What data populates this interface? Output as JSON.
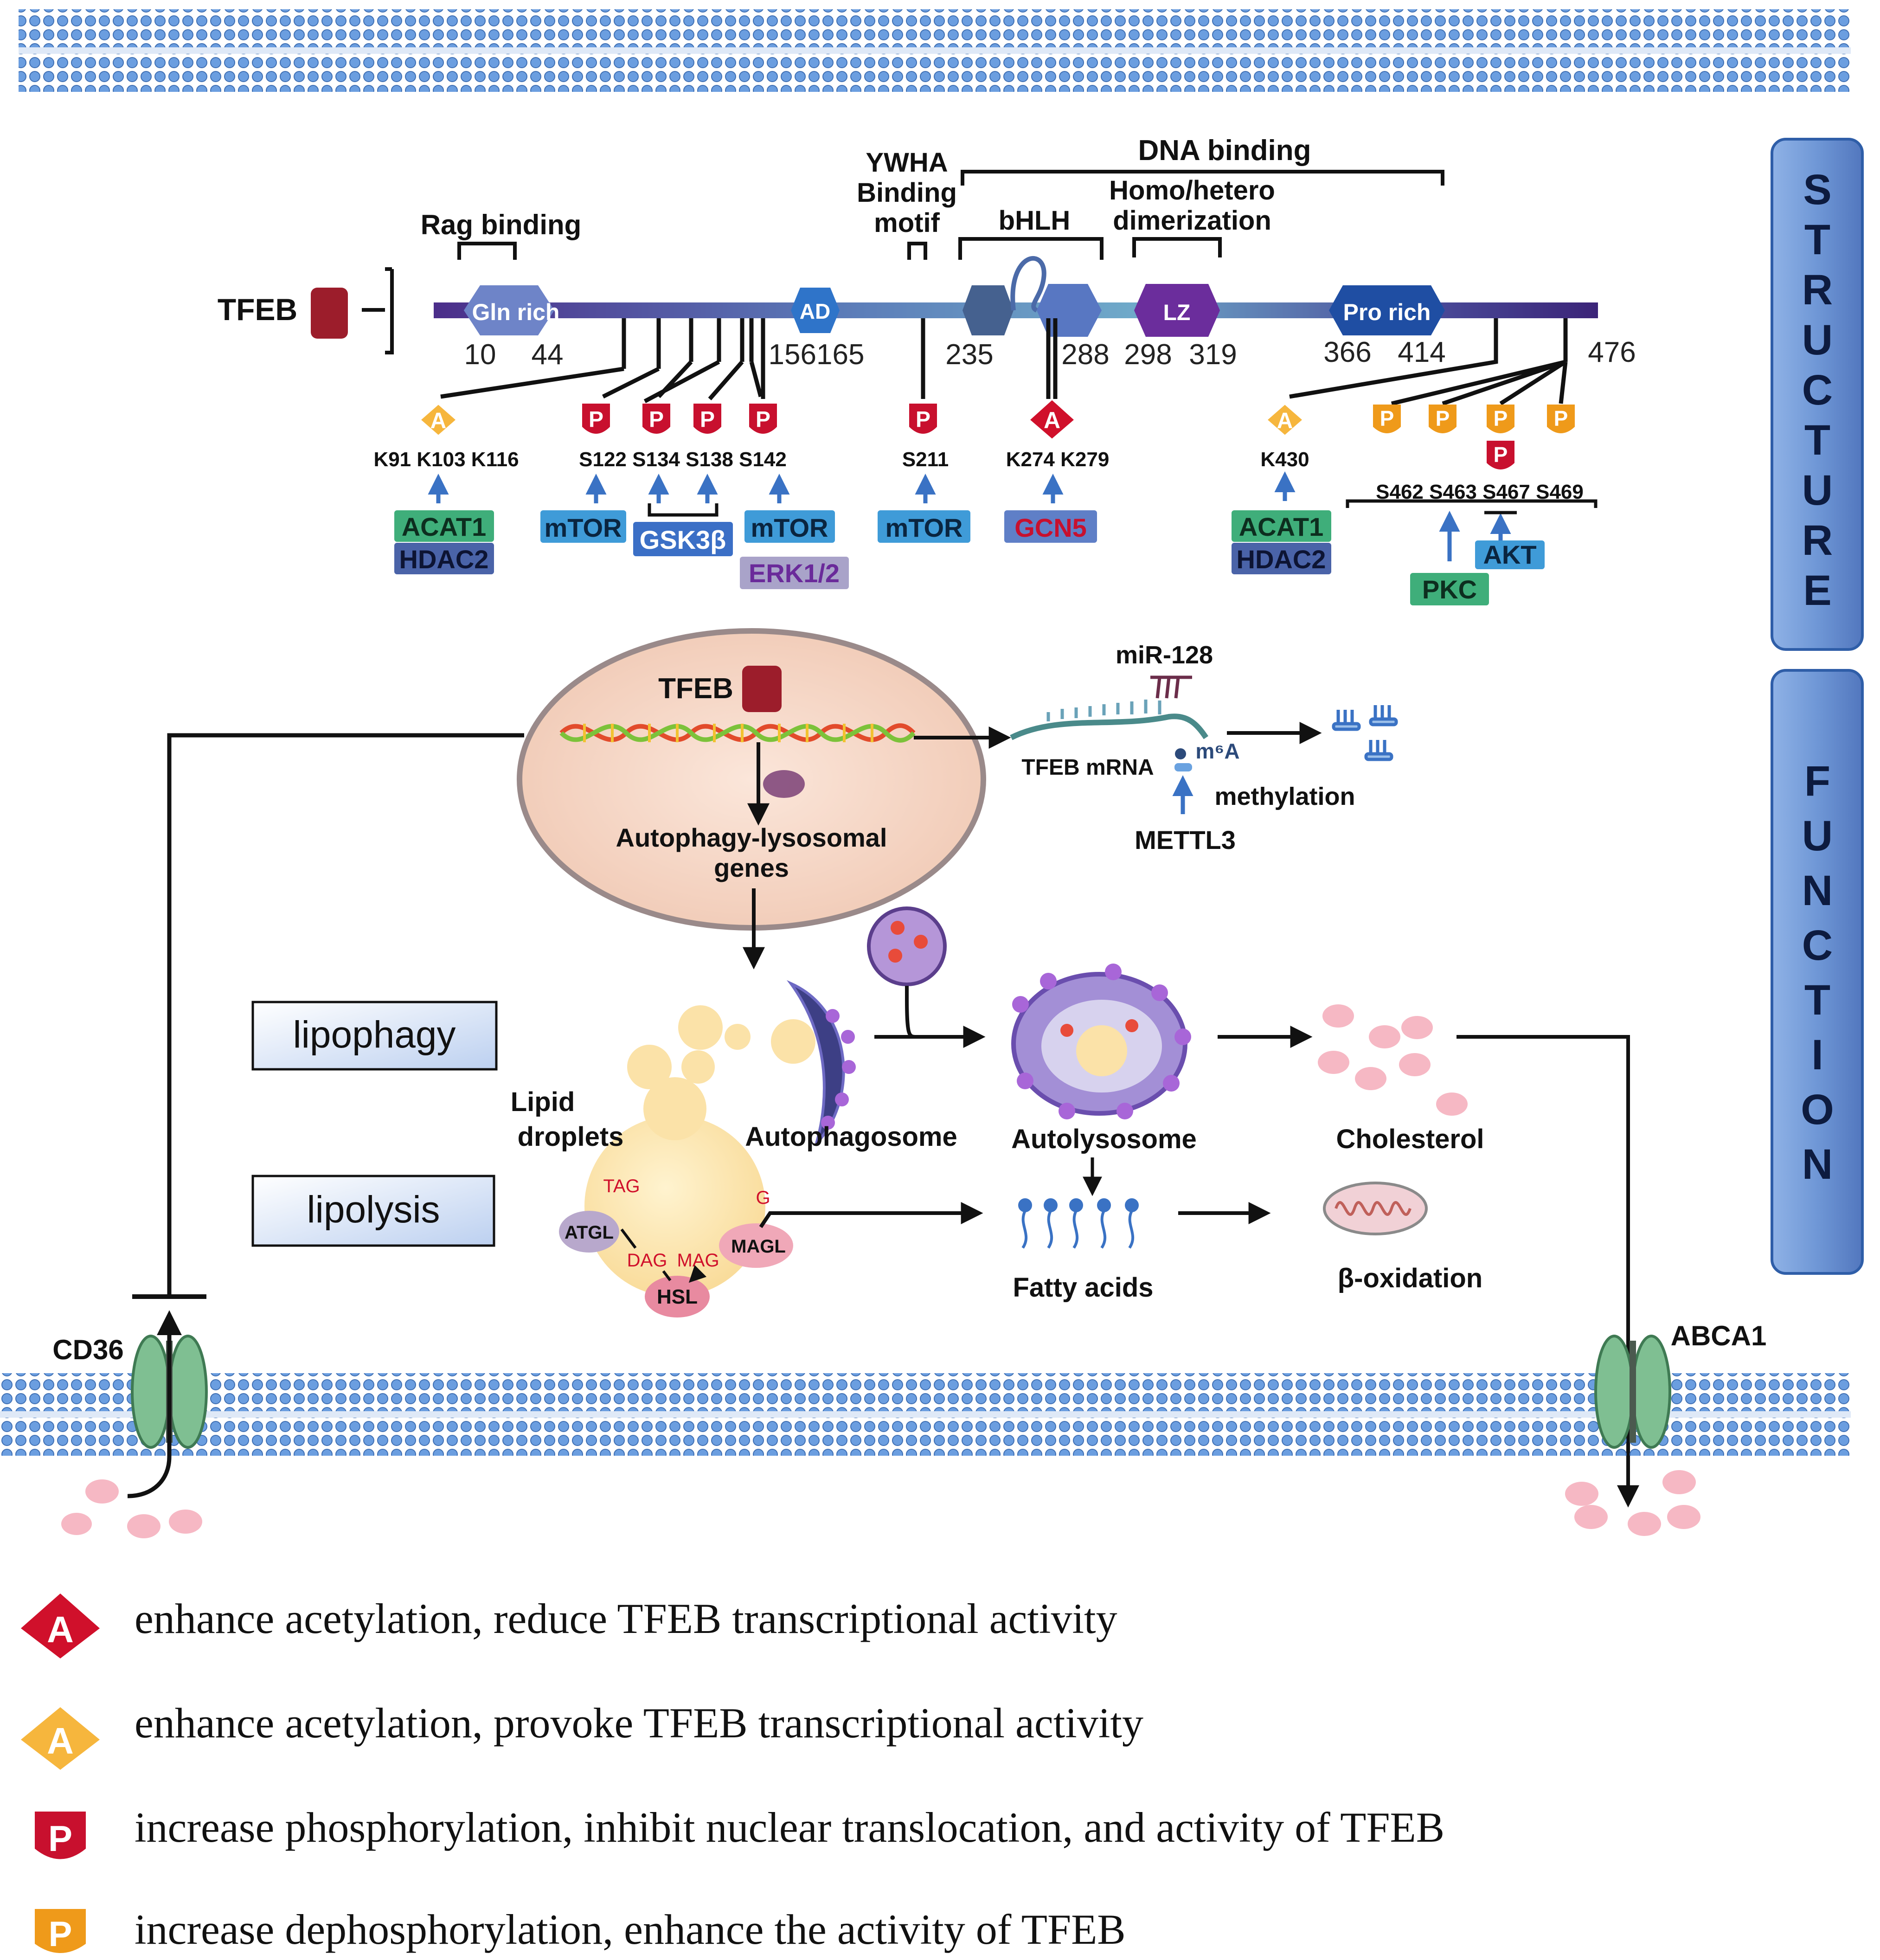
{
  "protein": {
    "name": "TFEB",
    "domains": {
      "gln": "Gln rich",
      "ad": "AD",
      "lz": "LZ",
      "pro": "Pro rich"
    },
    "labels": {
      "rag": "Rag binding",
      "ywha1": "YWHA",
      "ywha2": "Binding",
      "ywha3": "motif",
      "dna": "DNA binding",
      "dimer1": "Homo/hetero",
      "dimer2": "dimerization",
      "bhlh": "bHLH"
    },
    "positions": {
      "p10": "10",
      "p44": "44",
      "p156": "156165",
      "p235": "235",
      "p288": "288",
      "p298": "298",
      "p319": "319",
      "p366": "366",
      "p414": "414",
      "p476": "476"
    },
    "sites": {
      "k91": "K91 K103 K116",
      "s122": "S122 S134 S138 S142",
      "s211": "S211",
      "k274": "K274 K279",
      "k430": "K430",
      "s462": "S462 S463 S467 S469"
    },
    "enzymes": {
      "acat1a": "ACAT1",
      "hdac2a": "HDAC2",
      "mtor1": "mTOR",
      "gsk": "GSK3β",
      "mtor2": "mTOR",
      "erk": "ERK1/2",
      "mtor3": "mTOR",
      "gcn5": "GCN5",
      "acat1b": "ACAT1",
      "hdac2b": "HDAC2",
      "akt": "AKT",
      "pkc": "PKC"
    },
    "marks": {
      "A": "A",
      "P": "P"
    }
  },
  "side_panels": {
    "structure": "STRUCTURE",
    "function": "FUNCTION"
  },
  "function": {
    "nucleus_tfeb": "TFEB",
    "genes1": "Autophagy-lysosomal",
    "genes2": "genes",
    "mir": "miR-128",
    "mrna": "TFEB mRNA",
    "m6a": "m⁶A",
    "methylation": "methylation",
    "mettl3": "METTL3",
    "lipophagy": "lipophagy",
    "lipolysis": "lipolysis",
    "lipid1": "Lipid",
    "lipid2": "droplets",
    "autophagosome": "Autophagosome",
    "autolysosome": "Autolysosome",
    "cholesterol": "Cholesterol",
    "fatty_acids": "Fatty acids",
    "beta_ox": "β-oxidation",
    "cd36": "CD36",
    "abca1": "ABCA1",
    "tag": "TAG",
    "atgl": "ATGL",
    "dag": "DAG",
    "mag": "MAG",
    "magl": "MAGL",
    "hsl": "HSL",
    "g": "G"
  },
  "legend": [
    {
      "icon": "red-acetylation-icon",
      "text": "enhance acetylation, reduce TFEB transcriptional activity"
    },
    {
      "icon": "orange-acetylation-icon",
      "text": "enhance acetylation, provoke TFEB transcriptional activity"
    },
    {
      "icon": "red-phosphorylation-icon",
      "text": "increase phosphorylation, inhibit nuclear translocation, and activity of TFEB"
    },
    {
      "icon": "orange-phosphorylation-icon",
      "text": "increase dephosphorylation, enhance the activity of TFEB"
    }
  ],
  "colors": {
    "membrane": "#5b8fd6",
    "panel": "#5b86c9",
    "red_mark": "#c8102e",
    "orange_mark": "#f3a21a",
    "nucleus": "#f5d9c8",
    "lipid": "#fbe2a8"
  }
}
